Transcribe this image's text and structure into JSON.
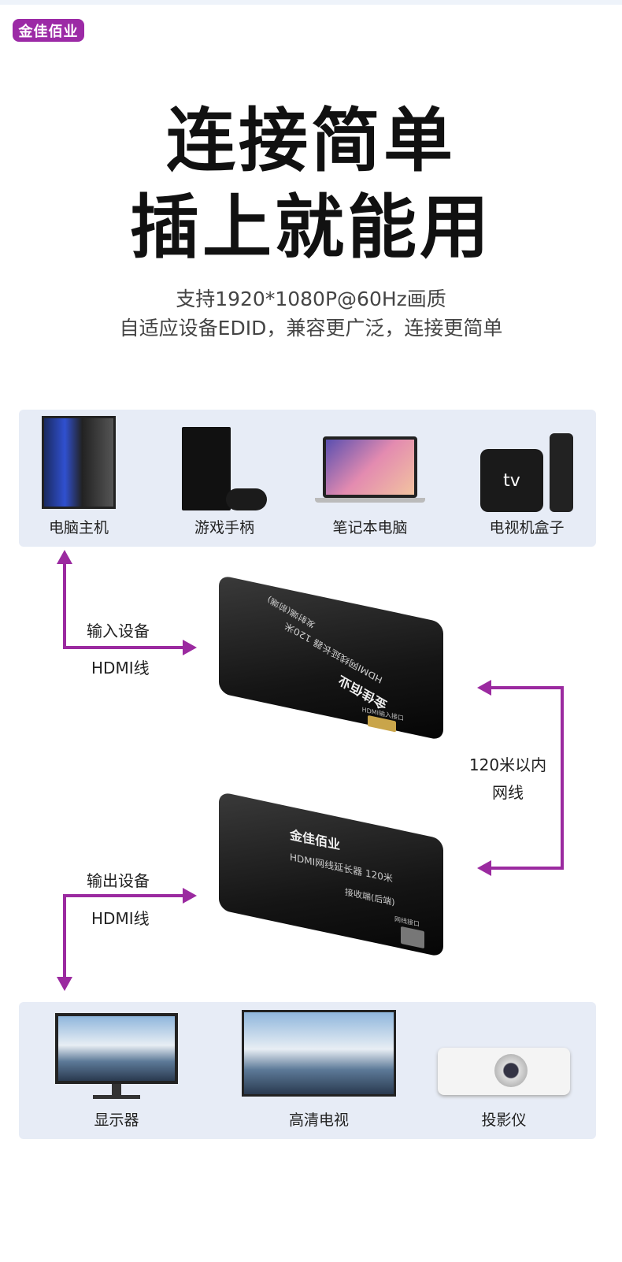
{
  "brand": "金佳佰业",
  "headline": [
    "连接简单",
    "插上就能用"
  ],
  "subtitle": [
    "支持1920*1080P@60Hz画质",
    "自适应设备EDID，兼容更广泛，连接更简单"
  ],
  "input_devices": [
    {
      "label": "电脑主机"
    },
    {
      "label": "游戏手柄"
    },
    {
      "label": "笔记本电脑"
    },
    {
      "label": "电视机盒子"
    }
  ],
  "output_devices": [
    {
      "label": "显示器"
    },
    {
      "label": "高清电视"
    },
    {
      "label": "投影仪"
    }
  ],
  "input_link": {
    "line1": "输入设备",
    "line2": "HDMI线"
  },
  "output_link": {
    "line1": "输出设备",
    "line2": "HDMI线"
  },
  "network_link": {
    "line1": "120米以内",
    "line2": "网线"
  },
  "transmitter": {
    "brand": "金佳佰业",
    "model": "HDMI网线延长器 120米",
    "role": "发射端(前端)",
    "port": "HDMI输入接口"
  },
  "receiver": {
    "brand": "金佳佰业",
    "model": "HDMI网线延长器 120米",
    "role": "接收端(后端)",
    "port": "网线接口"
  },
  "tv_box_text": "tv",
  "accent_color": "#9b2aa0"
}
